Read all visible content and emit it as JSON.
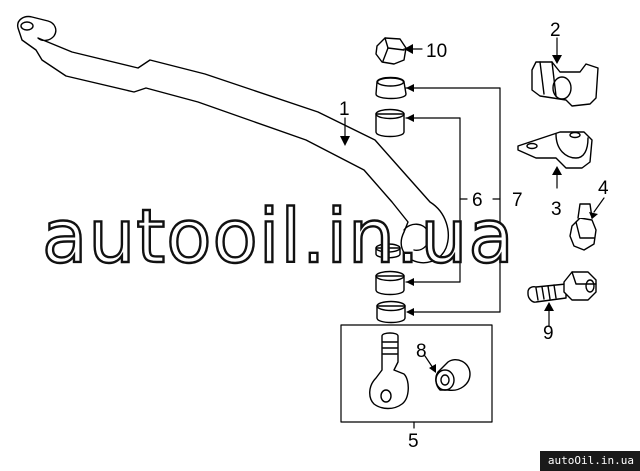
{
  "callouts": {
    "c1": "1",
    "c2": "2",
    "c3": "3",
    "c4": "4",
    "c5": "5",
    "c6": "6",
    "c7": "7",
    "c8": "8",
    "c9": "9",
    "c10": "10"
  },
  "watermark_text": "autooil.in.ua",
  "site_badge": "autoOil.in.ua",
  "colors": {
    "line": "#000000",
    "background": "#ffffff",
    "badge_bg": "#1a1a1a",
    "badge_text": "#ffffff"
  }
}
